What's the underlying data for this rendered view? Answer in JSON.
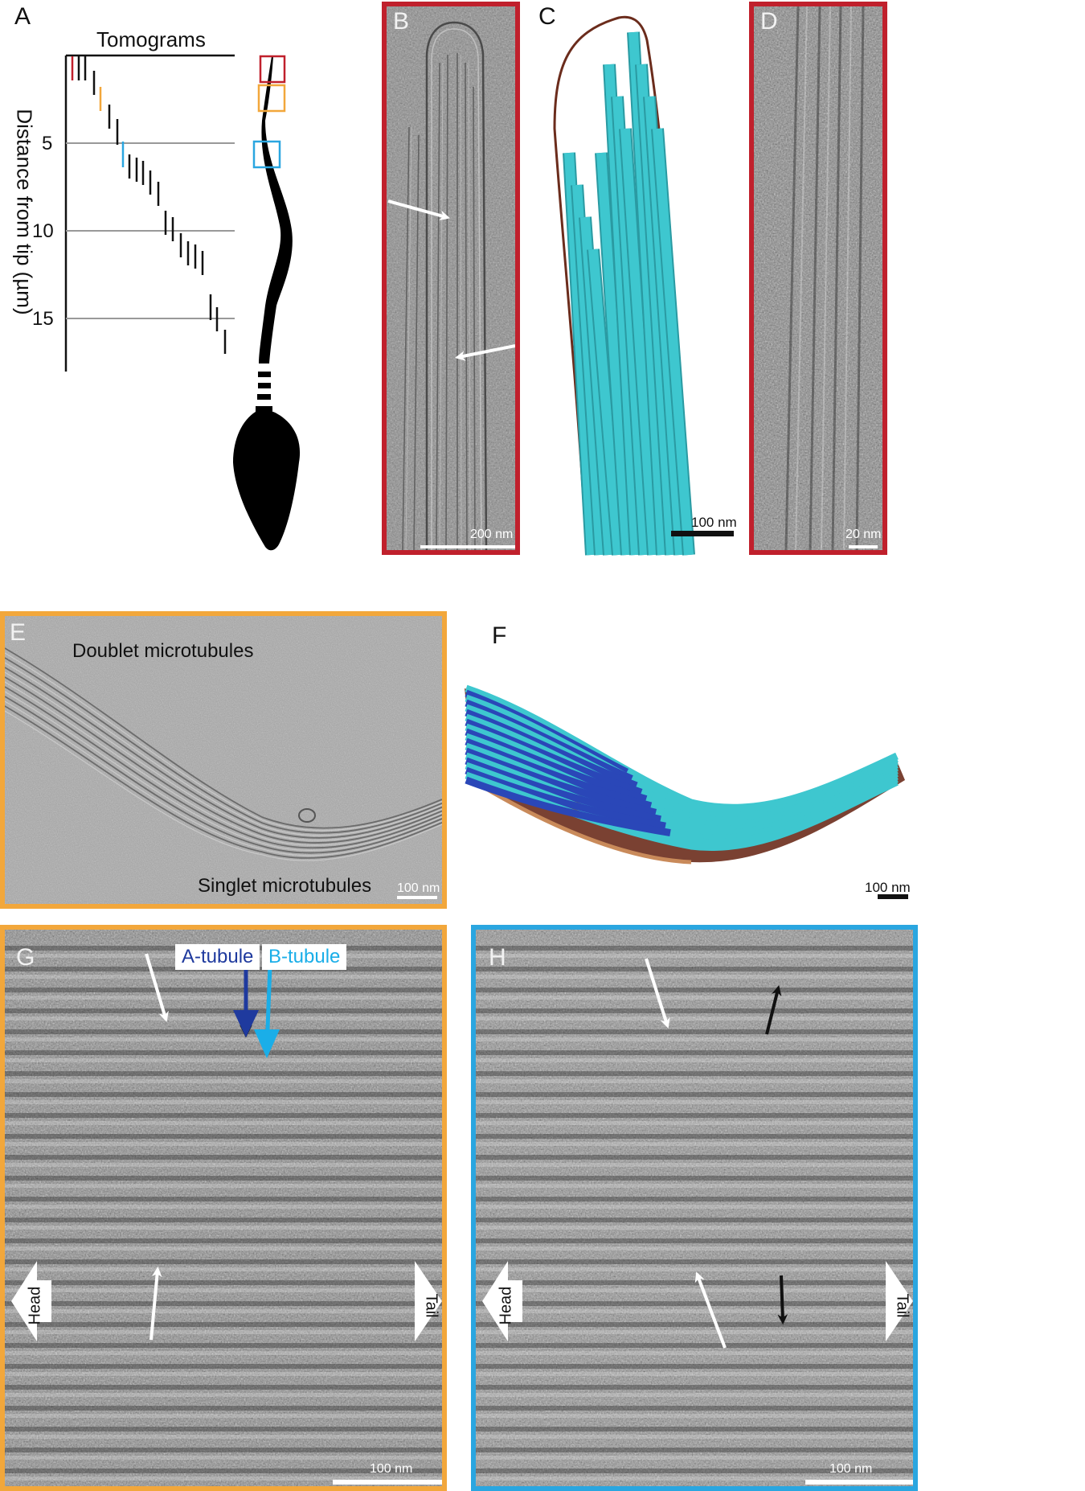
{
  "panels": {
    "A": {
      "letter": "A",
      "title": "Tomograms",
      "ylabel": "Distance from tip (µm)",
      "ticks": [
        "5",
        "10",
        "15"
      ],
      "colors": {
        "red": "#c0202c",
        "orange": "#f2a73b",
        "blue": "#2aa6e0"
      }
    },
    "B": {
      "letter": "B",
      "scalebar": "200 nm"
    },
    "C": {
      "letter": "C",
      "scalebar": "100 nm",
      "colors": {
        "microtubule": "#3ec7cf",
        "membrane": "#6b2c1c"
      }
    },
    "D": {
      "letter": "D",
      "scalebar": "20 nm"
    },
    "E": {
      "letter": "E",
      "label_top": "Doublet microtubules",
      "label_bottom": "Singlet microtubules",
      "scalebar": "100 nm"
    },
    "F": {
      "letter": "F",
      "scalebar": "100 nm",
      "colors": {
        "a_tubule": "#2a47b8",
        "b_tubule": "#3ec7cf",
        "membrane": "#6b2c1c"
      }
    },
    "G": {
      "letter": "G",
      "a_tubule_label": "A-tubule",
      "b_tubule_label": "B-tubule",
      "head_label": "Head",
      "tail_label": "Tail",
      "scalebar": "100 nm",
      "colors": {
        "a_tubule": "#1f3a9e",
        "b_tubule": "#1aaee8"
      }
    },
    "H": {
      "letter": "H",
      "head_label": "Head",
      "tail_label": "Tail",
      "scalebar": "100 nm"
    }
  }
}
